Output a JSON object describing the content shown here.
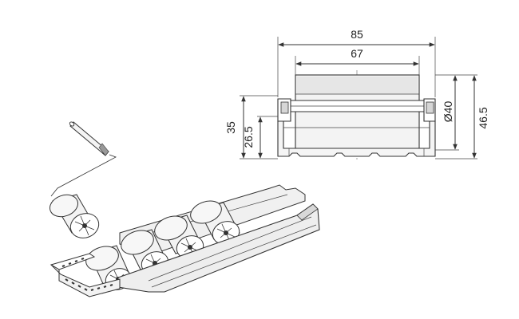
{
  "dimensions": {
    "overall_width": "85",
    "roller_length": "67",
    "height_rail": "35",
    "height_inner": "26.5",
    "roller_diameter": "Ø40",
    "height_overall": "46.5"
  },
  "colors": {
    "line": "#333333",
    "roller_fill": "#f2f2f2",
    "rail_fill": "#eeeeee",
    "shade": "#d8d8d8"
  }
}
